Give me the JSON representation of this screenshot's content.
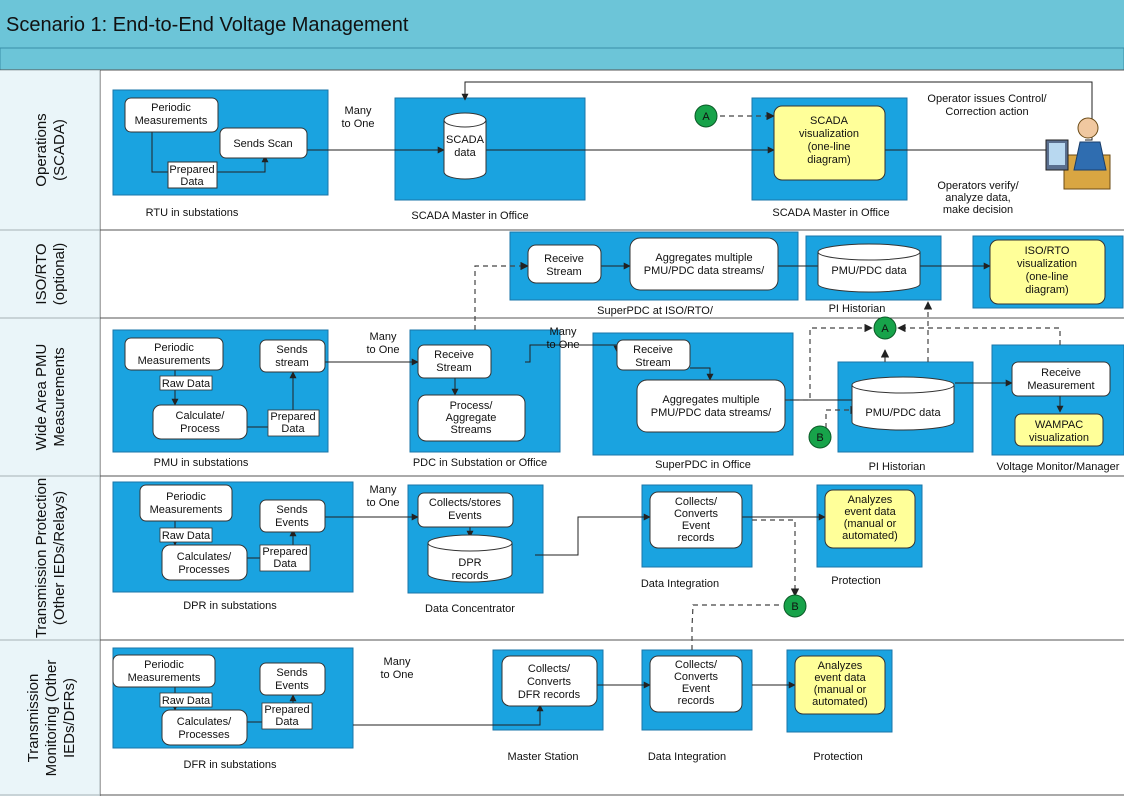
{
  "title": "Scenario 1: End-to-End Voltage Management",
  "lanes": {
    "operations": [
      "Operations",
      "(SCADA)"
    ],
    "iso": [
      "ISO/RTO",
      "(optional)"
    ],
    "pmu": [
      "Wide Area PMU",
      "Measurements"
    ],
    "protection": [
      "Transmission Protection",
      "(Other IEDs/Relays)"
    ],
    "monitoring": [
      "Transmission",
      "Monitoring (Other",
      "IEDs/DFRs)"
    ]
  },
  "nodes": {
    "ops_periodic": [
      "Periodic",
      "Measurements"
    ],
    "ops_sends_scan": [
      "Sends Scan"
    ],
    "ops_prepared": [
      "Prepared",
      "Data"
    ],
    "ops_scada_data": [
      "SCADA",
      "data"
    ],
    "ops_scada_vis": [
      "SCADA",
      "visualization",
      "(one-line",
      "diagram)"
    ],
    "iso_receive": [
      "Receive",
      "Stream"
    ],
    "iso_aggregates": [
      "Aggregates multiple",
      "PMU/PDC data streams/"
    ],
    "iso_pmu_pdc": [
      "PMU/PDC data"
    ],
    "iso_vis": [
      "ISO/RTO",
      "visualization",
      "(one-line",
      "diagram)"
    ],
    "pmu_periodic": [
      "Periodic",
      "Measurements"
    ],
    "pmu_raw": [
      "Raw Data"
    ],
    "pmu_calc": [
      "Calculate/",
      "Process"
    ],
    "pmu_sends": [
      "Sends",
      "stream"
    ],
    "pmu_prepared": [
      "Prepared",
      "Data"
    ],
    "pdc_receive": [
      "Receive",
      "Stream"
    ],
    "pdc_process": [
      "Process/",
      "Aggregate",
      "Streams"
    ],
    "spdc_receive": [
      "Receive",
      "Stream"
    ],
    "spdc_aggregates": [
      "Aggregates multiple",
      "PMU/PDC data streams/"
    ],
    "pi_pmu_pdc": [
      "PMU/PDC data"
    ],
    "vm_receive": [
      "Receive",
      "Measurement"
    ],
    "vm_wampac": [
      "WAMPAC",
      "visualization"
    ],
    "prot_periodic": [
      "Periodic",
      "Measurements"
    ],
    "prot_raw": [
      "Raw Data"
    ],
    "prot_calc": [
      "Calculates/",
      "Processes"
    ],
    "prot_sends": [
      "Sends",
      "Events"
    ],
    "prot_prepared": [
      "Prepared",
      "Data"
    ],
    "dc_collects": [
      "Collects/stores",
      "Events"
    ],
    "dc_dpr": [
      "DPR",
      "records"
    ],
    "di_collects": [
      "Collects/",
      "Converts",
      "Event",
      "records"
    ],
    "prot_analyzes": [
      "Analyzes",
      "event data",
      "(manual or",
      "automated)"
    ],
    "mon_periodic": [
      "Periodic",
      "Measurements"
    ],
    "mon_raw": [
      "Raw Data"
    ],
    "mon_calc": [
      "Calculates/",
      "Processes"
    ],
    "mon_sends": [
      "Sends",
      "Events"
    ],
    "mon_prepared": [
      "Prepared",
      "Data"
    ],
    "ms_collects": [
      "Collects/",
      "Converts",
      "DFR records"
    ],
    "mdi_collects": [
      "Collects/",
      "Converts",
      "Event",
      "records"
    ],
    "mon_analyzes": [
      "Analyzes",
      "event data",
      "(manual or",
      "automated)"
    ]
  },
  "captions": {
    "rtu": "RTU in substations",
    "scada_master_1": "SCADA Master in Office",
    "scada_master_2": "SCADA Master in Office",
    "superpdc_iso": "SuperPDC at ISO/RTO/",
    "pi_historian_iso": "PI Historian",
    "pmu_subs": "PMU in substations",
    "pdc_subs": "PDC in Substation or Office",
    "superpdc_office": "SuperPDC in Office",
    "pi_historian": "PI Historian",
    "voltage_monitor": "Voltage Monitor/Manager",
    "dpr_subs": "DPR in substations",
    "data_concentrator": "Data Concentrator",
    "data_integration_1": "Data Integration",
    "protection_1": "Protection",
    "dfr_subs": "DFR in substations",
    "master_station": "Master Station",
    "data_integration_2": "Data Integration",
    "protection_2": "Protection"
  },
  "notes": {
    "many_to_one": [
      "Many",
      "to One"
    ],
    "operator_issues": [
      "Operator issues Control/",
      "Correction action"
    ],
    "operators_verify": [
      "Operators verify/",
      "analyze data,",
      "make decision"
    ]
  },
  "connectors": {
    "a": "A",
    "b": "B"
  },
  "colors": {
    "header": "#6cc5d8",
    "lane_label": "#dceff5",
    "frame": "#1aa3e0",
    "box": "#ffffff",
    "highlight": "#ffff99",
    "connector": "#17a34a"
  }
}
